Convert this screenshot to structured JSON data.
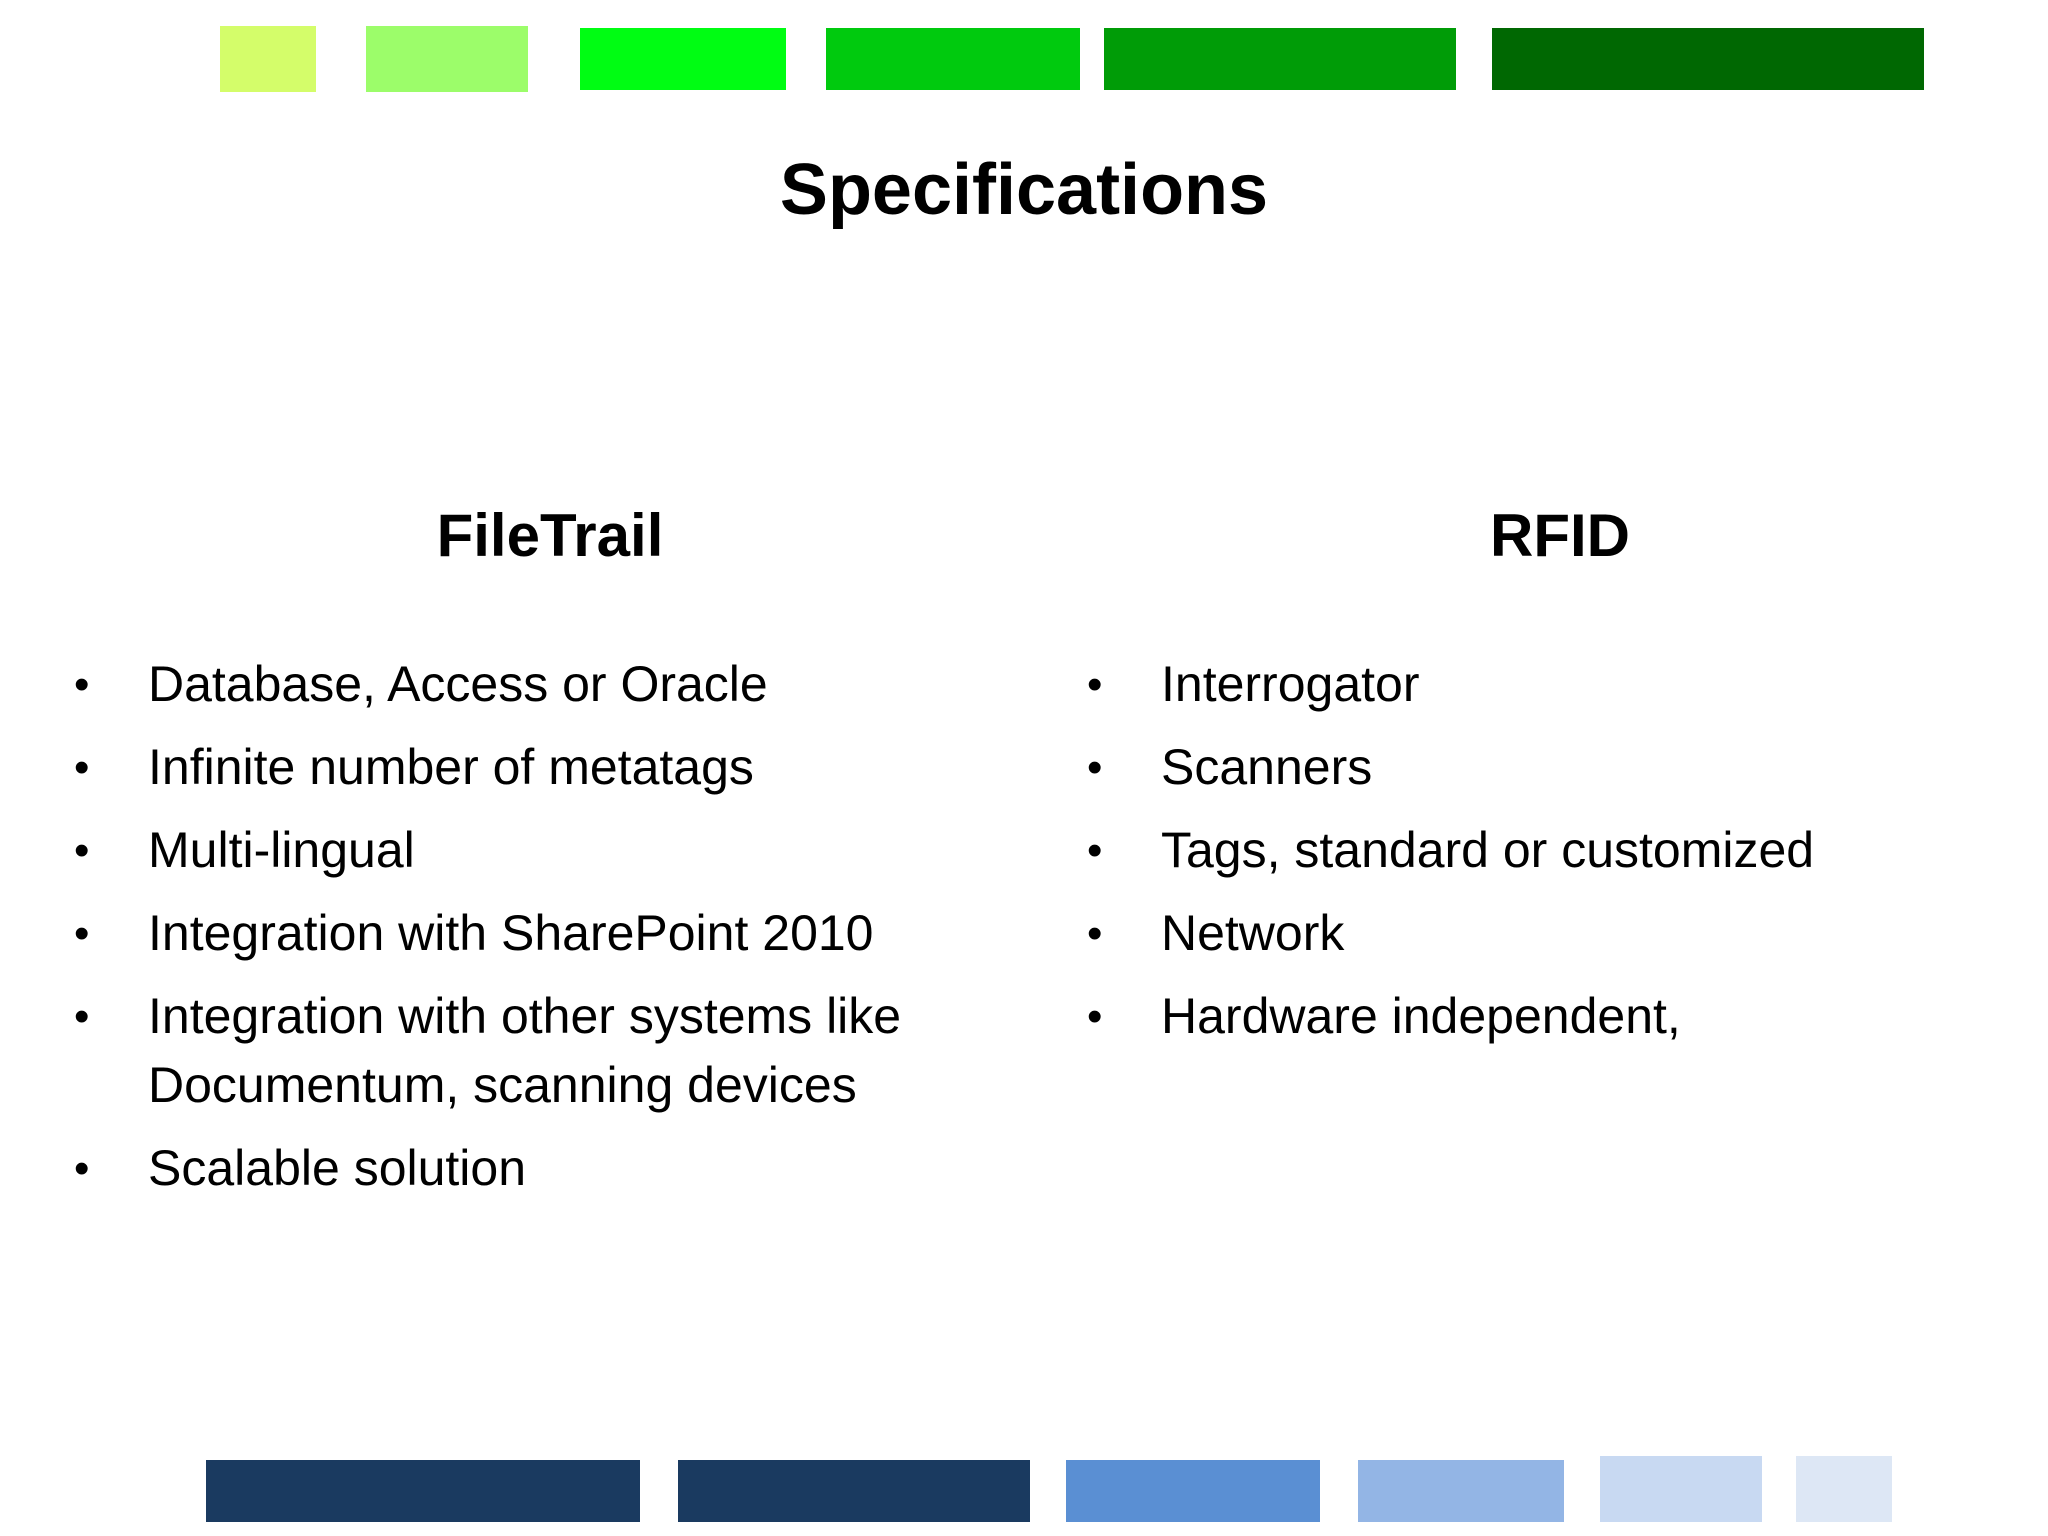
{
  "colors": {
    "top_bars": [
      "#d4fd6a",
      "#9cfd6a",
      "#00fd13",
      "#00ca0e",
      "#009c07",
      "#006802"
    ],
    "bottom_bars": [
      "#1a3a60",
      "#1a3a60",
      "#5a8fd3",
      "#93b5e5",
      "#c8d9f2",
      "#dde7f5"
    ]
  },
  "slide": {
    "title": "Specifications",
    "filetrail": {
      "heading": "FileTrail",
      "items": [
        "Database, Access or Oracle",
        "Infinite number of metatags",
        "Multi-lingual",
        "Integration with SharePoint 2010",
        "Integration with other systems like Documentum, scanning devices",
        "Scalable solution"
      ]
    },
    "rfid": {
      "heading": "RFID",
      "items": [
        "Interrogator",
        "Scanners",
        "Tags, standard or customized",
        "Network",
        "Hardware independent,"
      ]
    }
  }
}
